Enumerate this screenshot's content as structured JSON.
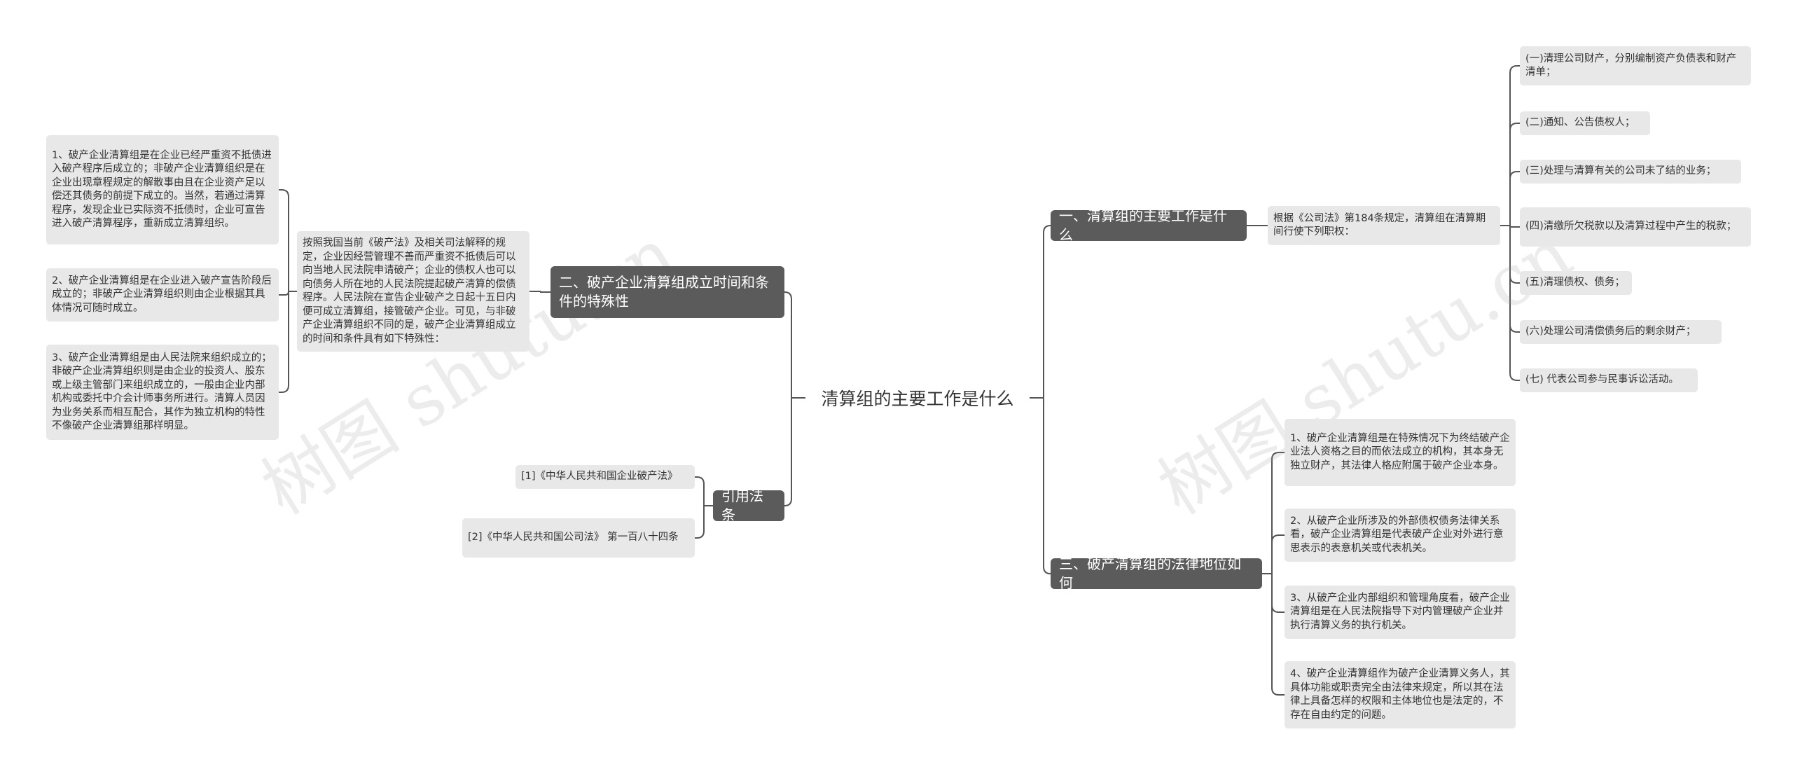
{
  "root": {
    "label": "清算组的主要工作是什么"
  },
  "branch1": {
    "label": "一、清算组的主要工作是什么",
    "intro": "根据《公司法》第184条规定，清算组在清算期间行使下列职权：",
    "items": [
      "(一)清理公司财产，分别编制资产负债表和财产清单；",
      "(二)通知、公告债权人；",
      "(三)处理与清算有关的公司未了结的业务；",
      "(四)清缴所欠税款以及清算过程中产生的税款；",
      "(五)清理债权、债务；",
      "(六)处理公司清偿债务后的剩余财产；",
      "(七) 代表公司参与民事诉讼活动。"
    ]
  },
  "branch2": {
    "label": "二、破产企业清算组成立时间和条件的特殊性",
    "intro": "按照我国当前《破产法》及相关司法解释的规定，企业因经营管理不善而严重资不抵债后可以向当地人民法院申请破产；企业的债权人也可以向债务人所在地的人民法院提起破产清算的偿债程序。人民法院在宣告企业破产之日起十五日内便可成立清算组，接管破产企业。可见，与非破产企业清算组织不同的是，破产企业清算组成立的时间和条件具有如下特殊性：",
    "items": [
      "1、破产企业清算组是在企业已经严重资不抵债进入破产程序后成立的；非破产企业清算组织是在企业出现章程规定的解散事由且在企业资产足以偿还其债务的前提下成立的。当然，若通过清算程序，发现企业已实际资不抵债时，企业可宣告进入破产清算程序，重新成立清算组织。",
      "2、破产企业清算组是在企业进入破产宣告阶段后成立的；非破产企业清算组织则由企业根据其具体情况可随时成立。",
      "3、破产企业清算组是由人民法院来组织成立的；非破产企业清算组织则是由企业的投资人、股东或上级主管部门来组织成立的，一般由企业内部机构或委托中介会计师事务所进行。清算人员因为业务关系而相互配合，其作为独立机构的特性不像破产企业清算组那样明显。"
    ]
  },
  "branch3": {
    "label": "三、破产清算组的法律地位如何",
    "items": [
      "1、破产企业清算组是在特殊情况下为终结破产企业法人资格之目的而依法成立的机构，其本身无独立财产，其法律人格应附属于破产企业本身。",
      "2、从破产企业所涉及的外部债权债务法律关系看，破产企业清算组是代表破产企业对外进行意思表示的表意机关或代表机关。",
      "3、从破产企业内部组织和管理角度看，破产企业清算组是在人民法院指导下对内管理破产企业并执行清算义务的执行机关。",
      "4、破产企业清算组作为破产企业清算义务人，其具体功能或职责完全由法律来规定，所以其在法律上具备怎样的权限和主体地位也是法定的，不存在自由约定的问题。"
    ]
  },
  "branch4": {
    "label": "引用法条",
    "items": [
      "[1]《中华人民共和国企业破产法》",
      "[2]《中华人民共和国公司法》 第一百八十四条"
    ]
  },
  "watermark": "树图 shutu.cn",
  "colors": {
    "branch": "#5b5b5b",
    "leaf": "#e8e8e8",
    "line": "#555555"
  }
}
